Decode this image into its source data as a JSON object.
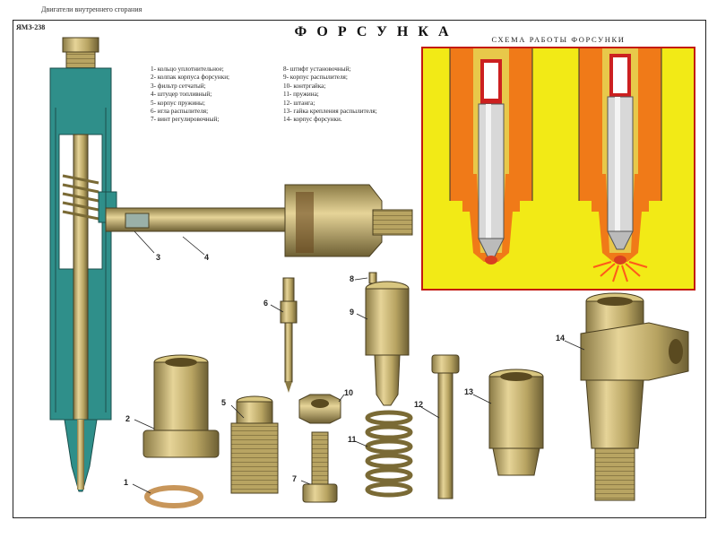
{
  "header": {
    "caption": "Двигатели внутреннего сгорания",
    "code": "ЯМЗ-238",
    "title": "ФОРСУНКА"
  },
  "legend": {
    "left": [
      "1- кольцо уплотнительное;",
      "2- колпак корпуса форсунки;",
      "3- фильтр сетчатый;",
      "4- штуцер топливный;",
      "5- корпус пружины;",
      "6- игла распылителя;",
      "7- винт регулировочный;"
    ],
    "right": [
      "8- штифт установочный;",
      "9- корпус распылителя;",
      "10- контргайка;",
      "11- пружина;",
      "12- штанга;",
      "13- гайка крепления распылителя;",
      "14- корпус форсунки."
    ]
  },
  "scheme": {
    "title": "СХЕМА РАБОТЫ ФОРСУНКИ"
  },
  "callouts": [
    "1",
    "2",
    "3",
    "4",
    "5",
    "6",
    "7",
    "8",
    "9",
    "10",
    "11",
    "12",
    "13",
    "14"
  ],
  "colors": {
    "brass": "#c8b46e",
    "brass_dark": "#8a7a45",
    "section_teal": "#2f8f8a",
    "scheme_yellow": "#f2ea16",
    "scheme_orange": "#f07a18",
    "scheme_border": "#c41a10"
  }
}
